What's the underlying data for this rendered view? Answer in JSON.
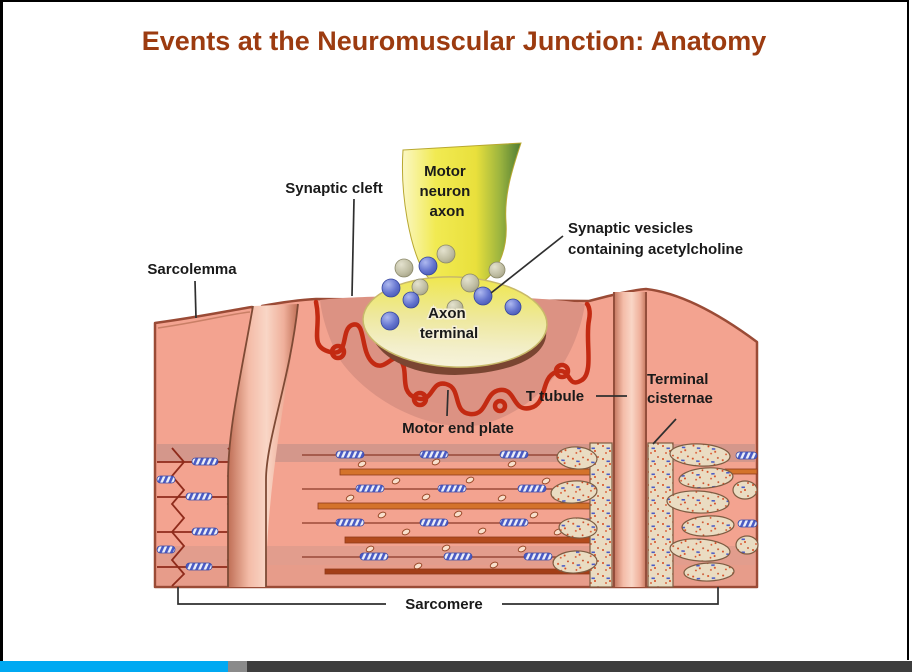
{
  "slide": {
    "title": "Events at the Neuromuscular Junction: Anatomy",
    "title_color": "#9C3B10"
  },
  "diagram": {
    "labels": {
      "sarcolemma": "Sarcolemma",
      "synaptic_cleft": "Synaptic cleft",
      "motor_neuron_axon_line1": "Motor",
      "motor_neuron_axon_line2": "neuron",
      "motor_neuron_axon_line3": "axon",
      "synaptic_vesicles_line1": "Synaptic vesicles",
      "synaptic_vesicles_line2": "containing acetylcholine",
      "axon_terminal_line1": "Axon",
      "axon_terminal_line2": "terminal",
      "motor_end_plate": "Motor end plate",
      "t_tubule": "T tubule",
      "terminal_cisternae_line1": "Terminal",
      "terminal_cisternae_line2": "cisternae",
      "sarcomere": "Sarcomere"
    },
    "colors": {
      "muscle_pink": "#F3A390",
      "muscle_halo_pink": "#DC9283",
      "muscle_outline": "#9A4B36",
      "end_plate_red": "#C32A12",
      "cleft_shadow_brown": "#7A4532",
      "axon_yellow": "#EDE645",
      "axon_green_edge": "#4F7C33",
      "vesicle_blue": "#6373CE",
      "vesicle_gray": "#BDBBA0",
      "cisternae_tan": "#EADCC2",
      "myosin_orange": "#D4732B",
      "actin_blue": "#4A5BC4",
      "label_text": "#1A1A1A"
    }
  },
  "taskbar": {
    "progress_blue": "#00A9F2",
    "segment_gray": "#8A8A8A",
    "bar_dark": "#3D3D3D"
  }
}
